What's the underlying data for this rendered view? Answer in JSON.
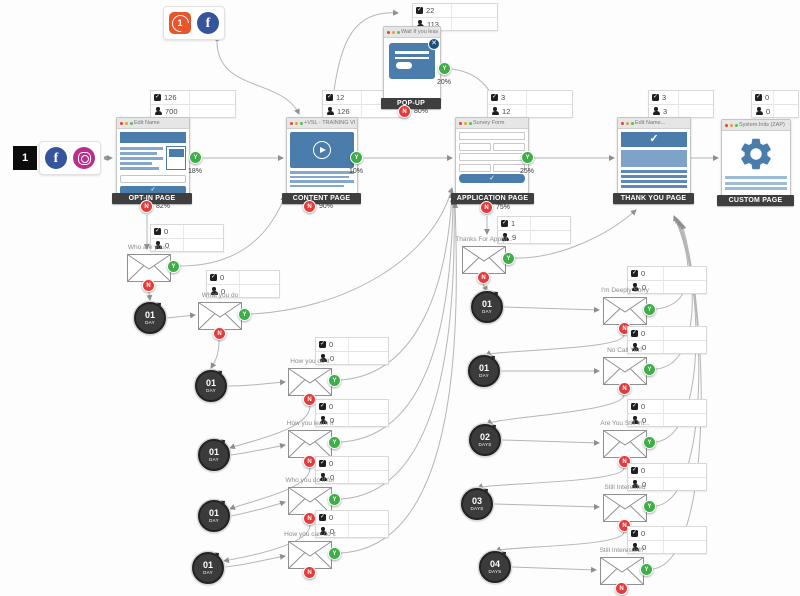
{
  "badges": {
    "yes": "Y",
    "no": "N"
  },
  "sources": {
    "step_number": "1",
    "retarget_number": "1"
  },
  "pages": [
    {
      "title": "Edit Name",
      "badge": "OPT-IN PAGE",
      "checked": "126",
      "people": "700",
      "yes_pct": "18%",
      "no_pct": "82%"
    },
    {
      "title": "+VSL - TRAINING VI...",
      "badge": "CONTENT PAGE",
      "checked": "12",
      "people": "126",
      "yes_pct": "10%",
      "no_pct": "90%"
    },
    {
      "title": "Wait If you leave...",
      "badge": "POP-UP",
      "checked": "22",
      "people": "113",
      "yes_pct": "20%",
      "no_pct": "80%"
    },
    {
      "title": "Survey Form",
      "badge": "APPLICATION PAGE",
      "checked": "3",
      "people": "12",
      "yes_pct": "25%",
      "no_pct": "75%"
    },
    {
      "title": "Edit Name...",
      "badge": "THANK YOU PAGE",
      "checked": "3",
      "people": "3"
    },
    {
      "title": "System.Inits (ZAP)",
      "badge": "CUSTOM PAGE",
      "checked": "0",
      "people": "0"
    }
  ],
  "emails": [
    {
      "label": "Who are you...",
      "checked": "0",
      "people": "0"
    },
    {
      "label": "What you do",
      "checked": "0",
      "people": "0"
    },
    {
      "label": "How you do it",
      "checked": "0",
      "people": "0"
    },
    {
      "label": "How you learn it",
      "checked": "0",
      "people": "0"
    },
    {
      "label": "Who you do it for",
      "checked": "0",
      "people": "0"
    },
    {
      "label": "How you can do it",
      "checked": "0",
      "people": "0"
    },
    {
      "label": "Thanks For Applyi...",
      "checked": "1",
      "people": "9"
    },
    {
      "label": "I'm Deeply Sorry",
      "checked": "0",
      "people": "0"
    },
    {
      "label": "No Call Yet?",
      "checked": "0",
      "people": "0"
    },
    {
      "label": "Are You Still Int...",
      "checked": "0",
      "people": "0"
    },
    {
      "label": "Still Interested",
      "checked": "0",
      "people": "0"
    },
    {
      "label": "Still Interested?",
      "checked": "0",
      "people": "0"
    }
  ],
  "timers": [
    {
      "value": "01",
      "unit": "DAY"
    },
    {
      "value": "01",
      "unit": "DAY"
    },
    {
      "value": "01",
      "unit": "DAY"
    },
    {
      "value": "01",
      "unit": "DAY"
    },
    {
      "value": "01",
      "unit": "DAY"
    },
    {
      "value": "01",
      "unit": "DAY"
    },
    {
      "value": "01",
      "unit": "DAY"
    },
    {
      "value": "02",
      "unit": "DAYS"
    },
    {
      "value": "03",
      "unit": "DAYS"
    },
    {
      "value": "04",
      "unit": "DAYS"
    }
  ],
  "colors": {
    "node_blue": "#4a7dab",
    "green": "#3fae49",
    "red": "#e23c3c",
    "facebook": "#35549b",
    "instagram": "#b92d8c",
    "orange": "#e8552b",
    "wire": "#b5b5b5"
  }
}
